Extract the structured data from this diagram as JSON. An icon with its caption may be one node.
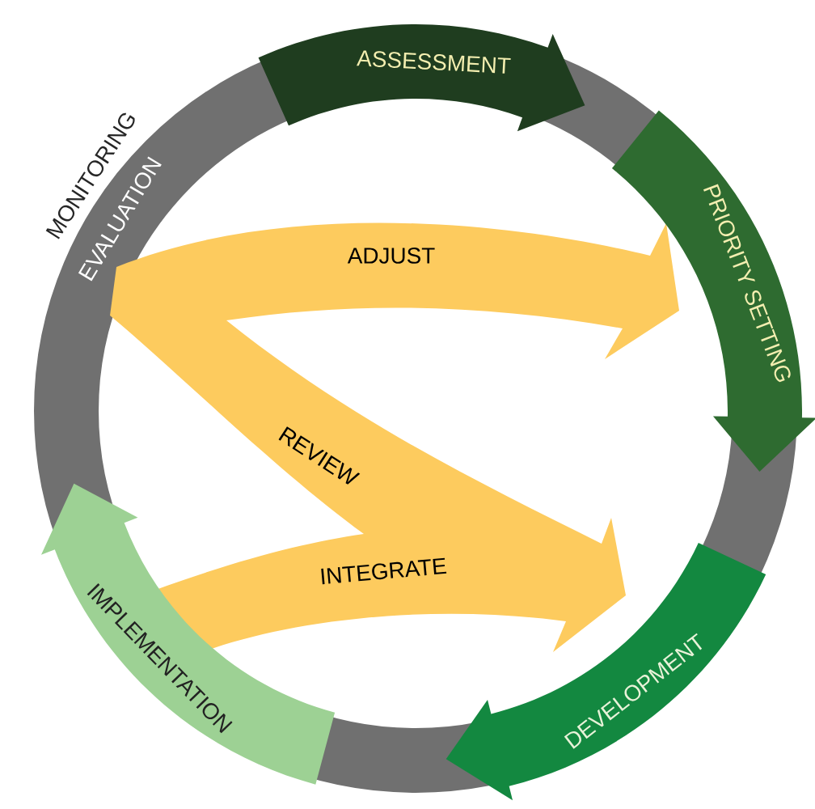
{
  "diagram": {
    "nodes": [
      {
        "text": [
          "ASSESSMENT"
        ]
      },
      {
        "text": [
          "PRIORITY SETTING"
        ]
      },
      {
        "text": [
          "DEVELOPMENT"
        ]
      },
      {
        "text": [
          "IMPLEMENTATION"
        ]
      },
      {
        "text": [
          "EVALUATION"
        ],
        "beside": [
          "MONITORING"
        ]
      },
      {
        "text": [
          "ADJUST",
          "REVIEW",
          "INTEGRATE"
        ]
      }
    ]
  }
}
